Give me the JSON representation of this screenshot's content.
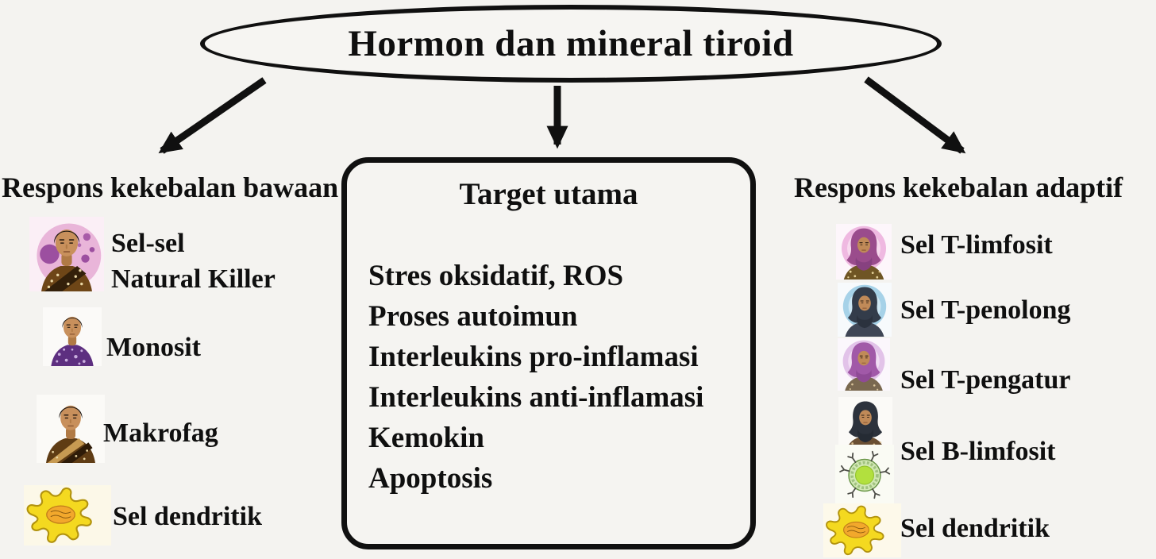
{
  "title": "Hormon dan mineral tiroid",
  "sections": {
    "left": {
      "header": "Respons kekebalan bawaan",
      "items": [
        {
          "label": "Sel-sel\nNatural Killer",
          "icon": "natural-killer-cells-icon"
        },
        {
          "label": "Monosit",
          "icon": "monocyte-icon"
        },
        {
          "label": "Makrofag",
          "icon": "macrophage-icon"
        },
        {
          "label": "Sel dendritik",
          "icon": "dendritic-cell-icon"
        }
      ]
    },
    "center": {
      "header": "Target utama",
      "items": [
        "Stres oksidatif, ROS",
        "Proses autoimun",
        "Interleukins pro-inflamasi",
        "Interleukins anti-inflamasi",
        "Kemokin",
        "Apoptosis"
      ]
    },
    "right": {
      "header": "Respons kekebalan adaptif",
      "items": [
        {
          "label": "Sel T-limfosit",
          "icon": "t-lymphocyte-icon"
        },
        {
          "label": "Sel T-penolong",
          "icon": "t-helper-cell-icon"
        },
        {
          "label": "Sel T-pengatur",
          "icon": "t-regulatory-cell-icon"
        },
        {
          "label": "Sel B-limfosit",
          "icon": "b-lymphocyte-icon"
        },
        {
          "label": "Sel dendritik",
          "icon": "dendritic-cell-icon"
        }
      ]
    }
  },
  "colors": {
    "ink": "#101010",
    "background": "#f4f3f0",
    "nk_halo_pink": "#e9b5d9",
    "halo_blue": "#a6d2e8",
    "halo_lavender": "#e2c3e9",
    "hijab_purple": "#9a4c8c",
    "hijab_navy": "#333c4a",
    "dendritic_yellow": "#f4d920",
    "bcell_green": "#b2e03e"
  }
}
